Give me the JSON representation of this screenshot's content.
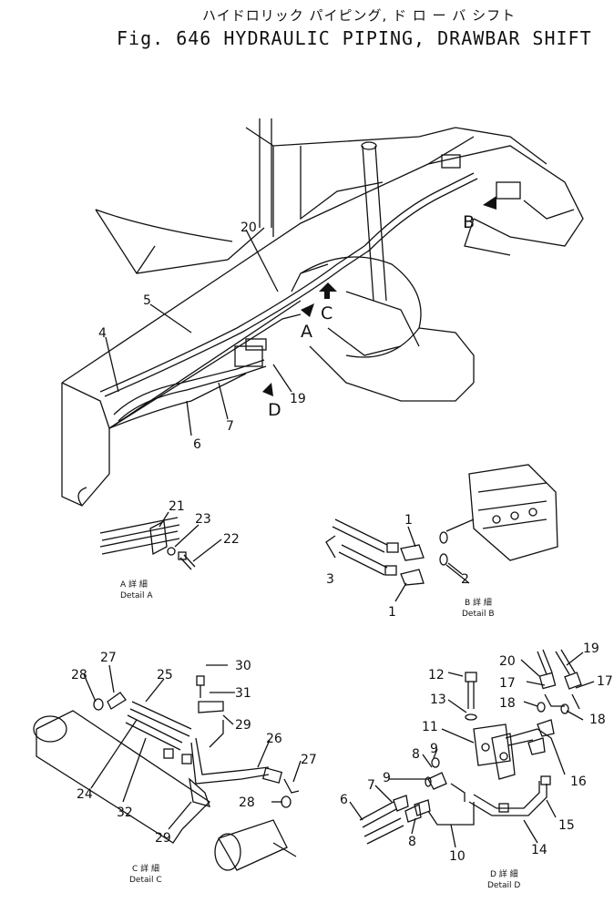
{
  "title": {
    "japanese": "ハイドロリック パイピング, ド ロ ー バ シフト",
    "english": "Fig. 646 HYDRAULIC PIPING, DRAWBAR SHIFT"
  },
  "main_view": {
    "callouts": [
      "20",
      "5",
      "4",
      "6",
      "7",
      "19"
    ],
    "view_arrows": [
      "A",
      "B",
      "C",
      "D"
    ]
  },
  "detail_a": {
    "callouts": [
      "21",
      "23",
      "22"
    ],
    "caption_jp": "A 詳 細",
    "caption_en": "Detail A"
  },
  "detail_b": {
    "callouts": [
      "1",
      "3",
      "2",
      "1"
    ],
    "caption_jp": "B 詳 細",
    "caption_en": "Detail B"
  },
  "detail_c": {
    "callouts": [
      "27",
      "28",
      "25",
      "30",
      "31",
      "29",
      "26",
      "27",
      "28",
      "24",
      "32",
      "29"
    ],
    "caption_jp": "C 詳 細",
    "caption_en": "Detail C"
  },
  "detail_d": {
    "callouts": [
      "12",
      "20",
      "19",
      "17",
      "17",
      "13",
      "18",
      "18",
      "11",
      "8",
      "9",
      "9",
      "16",
      "7",
      "6",
      "8",
      "15",
      "14",
      "10"
    ],
    "caption_jp": "D 詳 細",
    "caption_en": "Detail D"
  }
}
